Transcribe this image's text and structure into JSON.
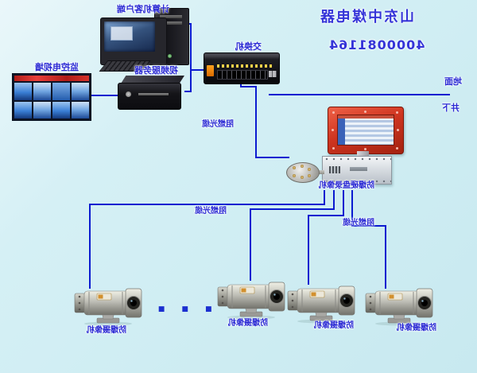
{
  "note": "diagram is displayed horizontally mirrored; strings below are the true readable values",
  "branding": {
    "company_name": "山东中煤电器",
    "phone_number": "4000081164"
  },
  "devices": {
    "computer_label": "计算机客户端",
    "tv_wall_label": "监控电视墙",
    "video_server_label": "视频服务器",
    "switch_label": "交换机",
    "dvr_label": "防爆硬盘录像机",
    "camera_label": "防爆摄像机"
  },
  "annotations": {
    "fiber_cable": "阻燃光缆",
    "surface": "地面",
    "underground": "井下",
    "ellipsis": "■ ■ ■"
  },
  "colors": {
    "background": "#d2eff4",
    "line": "#0b1bd0",
    "label_text": "#2a2ad4",
    "monitor_frame": "#cf3520"
  }
}
